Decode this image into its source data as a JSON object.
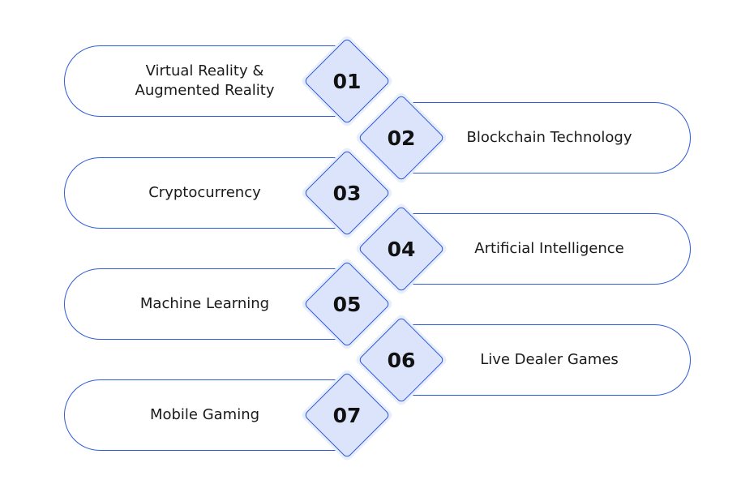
{
  "diagram": {
    "items": [
      {
        "number": "01",
        "label": "Virtual Reality &\nAugmented Reality",
        "side": "left"
      },
      {
        "number": "02",
        "label": "Blockchain Technology",
        "side": "right"
      },
      {
        "number": "03",
        "label": "Cryptocurrency",
        "side": "left"
      },
      {
        "number": "04",
        "label": "Artificial Intelligence",
        "side": "right"
      },
      {
        "number": "05",
        "label": "Machine Learning",
        "side": "left"
      },
      {
        "number": "06",
        "label": "Live Dealer Games",
        "side": "right"
      },
      {
        "number": "07",
        "label": "Mobile Gaming",
        "side": "left"
      }
    ],
    "colors": {
      "outline": "#2f5bd8",
      "diamond_fill": "#dbe4fb",
      "diamond_glow": "#e9eefb",
      "text": "#1a1a1a"
    }
  }
}
